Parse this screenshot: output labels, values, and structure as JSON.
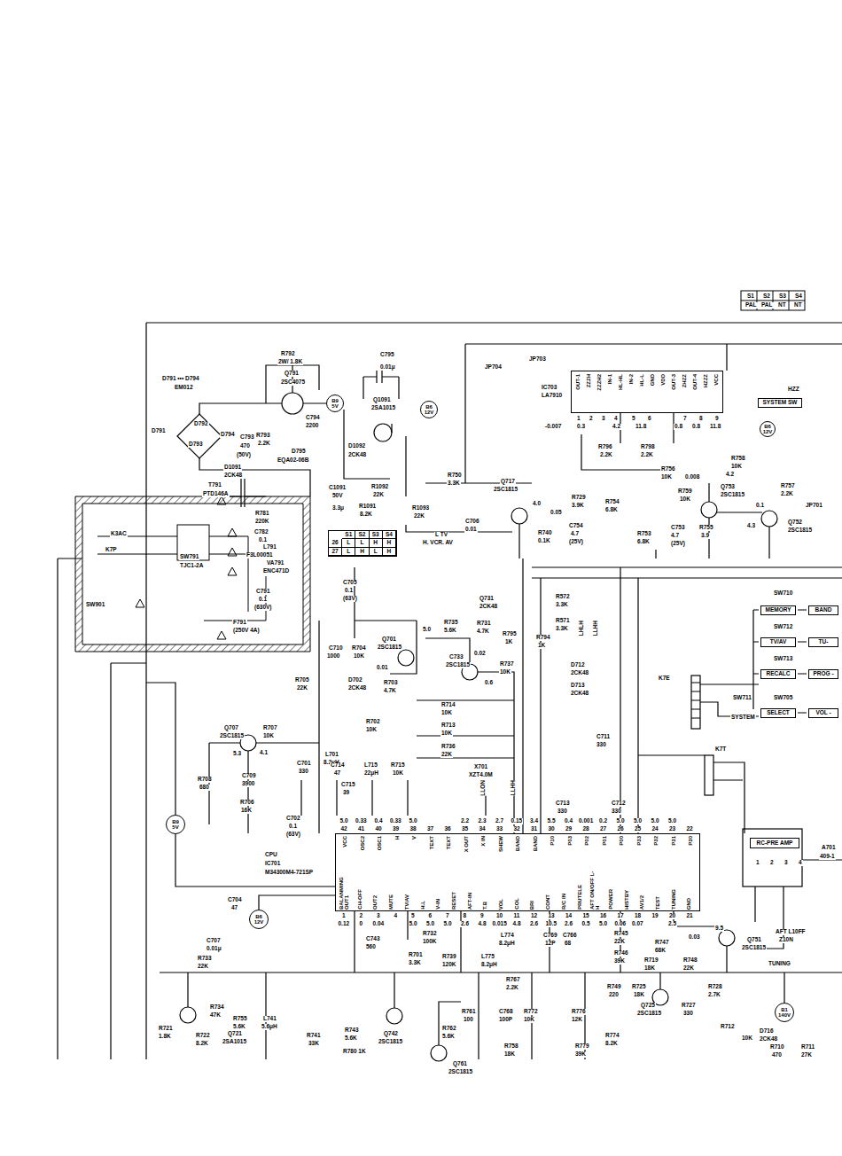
{
  "diagram": {
    "nodes": [
      {
        "text": [
          "IC703",
          "LA7910",
          "OUT-1",
          "ZZZH",
          "ZZZH2",
          "IN-1",
          "HL-HL",
          "IN-2",
          "HL-L",
          "GND",
          "VDD",
          "OUT-3",
          "ZHZZ",
          "OUT-4",
          "HZZZ",
          "VCC"
        ]
      },
      {
        "text": [
          "SYSTEM SW"
        ]
      },
      {
        "text": [
          "B9",
          "5V"
        ]
      },
      {
        "text": [
          "B6",
          "12V"
        ]
      },
      {
        "text": [
          "B6",
          "12V"
        ]
      },
      {
        "text": [
          "S1",
          "S2",
          "S3",
          "S4",
          "26",
          "L",
          "L",
          "H",
          "H",
          "27",
          "L",
          "H",
          "L",
          "H"
        ]
      },
      {
        "text": [
          "MEMORY"
        ]
      },
      {
        "text": [
          "BAND"
        ]
      },
      {
        "text": [
          "TV/AV"
        ]
      },
      {
        "text": [
          "TU-"
        ]
      },
      {
        "text": [
          "RECALC"
        ]
      },
      {
        "text": [
          "PROG -"
        ]
      },
      {
        "text": [
          "SELECT"
        ]
      },
      {
        "text": [
          "VOL -"
        ]
      },
      {
        "text": [
          "CPU",
          "IC701",
          "M34300M4-721SP",
          "VCC",
          "OSC2",
          "OSC1",
          "H",
          "V",
          "TEXT",
          "TEXT",
          "X OUT",
          "X IN",
          "SHEW",
          "BAND",
          "BAND",
          "P10",
          "P03",
          "P02",
          "P01",
          "P00",
          "P33",
          "P32",
          "P31",
          "P30",
          "BALANMING OUT1",
          "CH-OFF",
          "OUT2",
          "MUTE",
          "TV/AV",
          "H.L",
          "V-IN",
          "RESET",
          "AFT-IN",
          "T.B",
          "VOL",
          "COL",
          "BRI",
          "CONT",
          "R/C IN",
          "PRUTELE",
          "AFT ON/OFF L-H",
          "POWER",
          "HISTBY",
          "AV1/2",
          "TEST",
          "TUNING",
          "GND"
        ]
      },
      {
        "text": [
          "B9",
          "5V"
        ]
      },
      {
        "text": [
          "B6",
          "12V"
        ]
      },
      {
        "text": [
          "B1",
          "140V"
        ]
      },
      {
        "text": [
          "RC-PRE AMP"
        ]
      }
    ],
    "edges": [
      {
        "from": 15,
        "to": 14,
        "arrow": "none"
      },
      {
        "from": 16,
        "to": 14,
        "arrow": "none"
      }
    ],
    "labels": [
      "D791 ••• D794",
      "EM012",
      "R792",
      "2W/ 1.8K",
      "Q791",
      "2SC4075",
      "C795",
      "0.01μ",
      "D791",
      "D792",
      "D794",
      "D793",
      "C793",
      "470",
      "(50V)",
      "R793",
      "2.2K",
      "C794",
      "2200",
      "D795",
      "EQA02-06B",
      "D1092",
      "2CK48",
      "Q1091",
      "2SA1015",
      "D1091",
      "2CK48",
      "T791",
      "PTD146A",
      "C1091",
      "50V",
      "3.3μ",
      "R1092",
      "22K",
      "R1091",
      "8.2K",
      "R1093",
      "22K",
      "R781",
      "220K",
      "C782",
      "0.1",
      "L791",
      "F3L00051",
      "VA791",
      "ENC471D",
      "K3AC",
      "K7P",
      "SW791",
      "TJC1-2A",
      "C791",
      "0.1",
      "(630V)",
      "F791",
      "(250V 4A)",
      "SW901",
      "JP704",
      "JP703",
      "R750",
      "3.3K",
      "C706",
      "0.01",
      "L TV",
      "H. VCR. AV",
      "Q717",
      "2SC1815",
      "4.0",
      "0.05",
      "R729",
      "3.9K",
      "R754",
      "6.8K",
      "R740",
      "0.1K",
      "C754",
      "4.7",
      "(25V)",
      "R796",
      "2.2K",
      "R798",
      "2.2K",
      "R753",
      "6.8K",
      "C753",
      "4.7",
      "(25V)",
      "R756",
      "10K",
      "0.008",
      "R759",
      "10K",
      "R758",
      "10K",
      "4.2",
      "Q753",
      "2SC1815",
      "R755",
      "3.9",
      "4.3",
      "0.1",
      "R757",
      "2.2K",
      "JP701",
      "Q752",
      "2SC1815",
      "1",
      "2",
      "3",
      "4",
      "5",
      "6",
      "7",
      "8",
      "9",
      "-0.007",
      "0.3",
      "4.2",
      "11.8",
      "0.8",
      "0.8",
      "11.8",
      "HZZ",
      "S1",
      "S2",
      "S3",
      "S4",
      "PAL",
      "PAL",
      "NT",
      "NT",
      "C705",
      "0.1",
      "(63V)",
      "Q731",
      "2CK48",
      "R572",
      "3.3K",
      "R571",
      "3.3K",
      "R735",
      "5.6K",
      "R731",
      "4.7K",
      "R795",
      "1K",
      "R794",
      "1K",
      "5.0",
      "C710",
      "1000",
      "R704",
      "10K",
      "Q701",
      "2SC1815",
      "0.01",
      "D702",
      "2CK48",
      "R703",
      "4.7K",
      "R705",
      "22K",
      "C733",
      "2SC1815",
      "0.02",
      "R737",
      "10K",
      "0.6",
      "D712",
      "2CK48",
      "D713",
      "2CK48",
      "K7E",
      "R702",
      "10K",
      "R714",
      "10K",
      "R713",
      "10K",
      "R736",
      "22K",
      "R707",
      "10K",
      "Q707",
      "2SC1815",
      "4.1",
      "5.3",
      "L701",
      "8.2μH",
      "R708",
      "680",
      "C709",
      "3900",
      "R706",
      "16K",
      "C701",
      "330",
      "C714",
      "47",
      "L715",
      "22μH",
      "R715",
      "10K",
      "C715",
      "39",
      "X701",
      "XZT4.0M",
      "C702",
      "0.1",
      "(63V)",
      "C711",
      "330",
      "C713",
      "330",
      "C712",
      "330",
      "K7T",
      "SYSTEM",
      "LHLH",
      "LLHH",
      "LLON",
      "LLHH",
      "42",
      "41",
      "40",
      "39",
      "38",
      "37",
      "36",
      "35",
      "34",
      "33",
      "32",
      "31",
      "30",
      "29",
      "28",
      "27",
      "26",
      "25",
      "24",
      "23",
      "22",
      "5.0",
      "0.33",
      "0.4",
      "0.33",
      "5.0",
      "2.2",
      "2.3",
      "2.7",
      "0.15",
      "3.4",
      "5.5",
      "0.4",
      "0.001",
      "0.2",
      "5.0",
      "5.0",
      "5.0",
      "5.0",
      "1",
      "2",
      "3",
      "4",
      "5",
      "6",
      "7",
      "8",
      "9",
      "10",
      "11",
      "12",
      "13",
      "14",
      "15",
      "16",
      "17",
      "18",
      "19",
      "20",
      "21",
      "0.12",
      "0",
      "0.04",
      "5.0",
      "5.0",
      "5.0",
      "2.6",
      "4.8",
      "0.015",
      "4.8",
      "2.6",
      "10.5",
      "2.6",
      "0.5",
      "5.0",
      "0.06",
      "0.07",
      "2.5",
      "C707",
      "0.01μ",
      "R733",
      "22K",
      "C704",
      "47",
      "C743",
      "560",
      "R732",
      "100K",
      "R701",
      "3.3K",
      "R739",
      "120K",
      "L774",
      "8.2μH",
      "L775",
      "8.2μH",
      "C769",
      "12P",
      "C766",
      "68",
      "R767",
      "2.2K",
      "R745",
      "22K",
      "R747",
      "68K",
      "R746",
      "39K",
      "R719",
      "18K",
      "R748",
      "22K",
      "9.5",
      "0.03",
      "Q751",
      "2SC1815",
      "AFT L10FF",
      "Z10N",
      "TUNING",
      "R749",
      "220",
      "R725",
      "18K",
      "Q725",
      "2SC1815",
      "R727",
      "330",
      "R728",
      "2.7K",
      "R712",
      "D716",
      "2CK48",
      "R710",
      "470",
      "10K",
      "R711",
      "27K",
      "R721",
      "1.8K",
      "R722",
      "8.2K",
      "Q721",
      "2SA1015",
      "R734",
      "47K",
      "R755",
      "5.6K",
      "L741",
      "5.6μH",
      "R741",
      "33K",
      "R743",
      "5.6K",
      "R780 1K",
      "Q742",
      "2SC1815",
      "R761",
      "100",
      "R762",
      "5.6K",
      "Q761",
      "2SC1815",
      "C768",
      "100P",
      "R758",
      "18K",
      "R772",
      "10K",
      "R776",
      "12K",
      "R779",
      "39K",
      "R774",
      "8.2K",
      "A701",
      "409-1",
      "1",
      "2",
      "3",
      "4",
      "SW710",
      "SW712",
      "SW713",
      "SW711",
      "SW705"
    ]
  }
}
